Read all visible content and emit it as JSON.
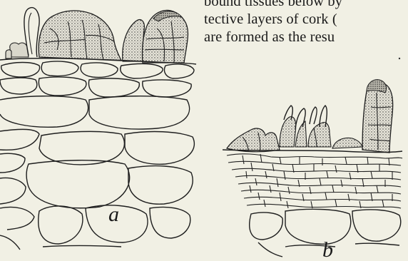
{
  "text_lines": [
    "bound tissues below by",
    "tective layers of cork (",
    "are formed as the resu"
  ],
  "figure": {
    "label_a": "a",
    "label_b": "b"
  }
}
